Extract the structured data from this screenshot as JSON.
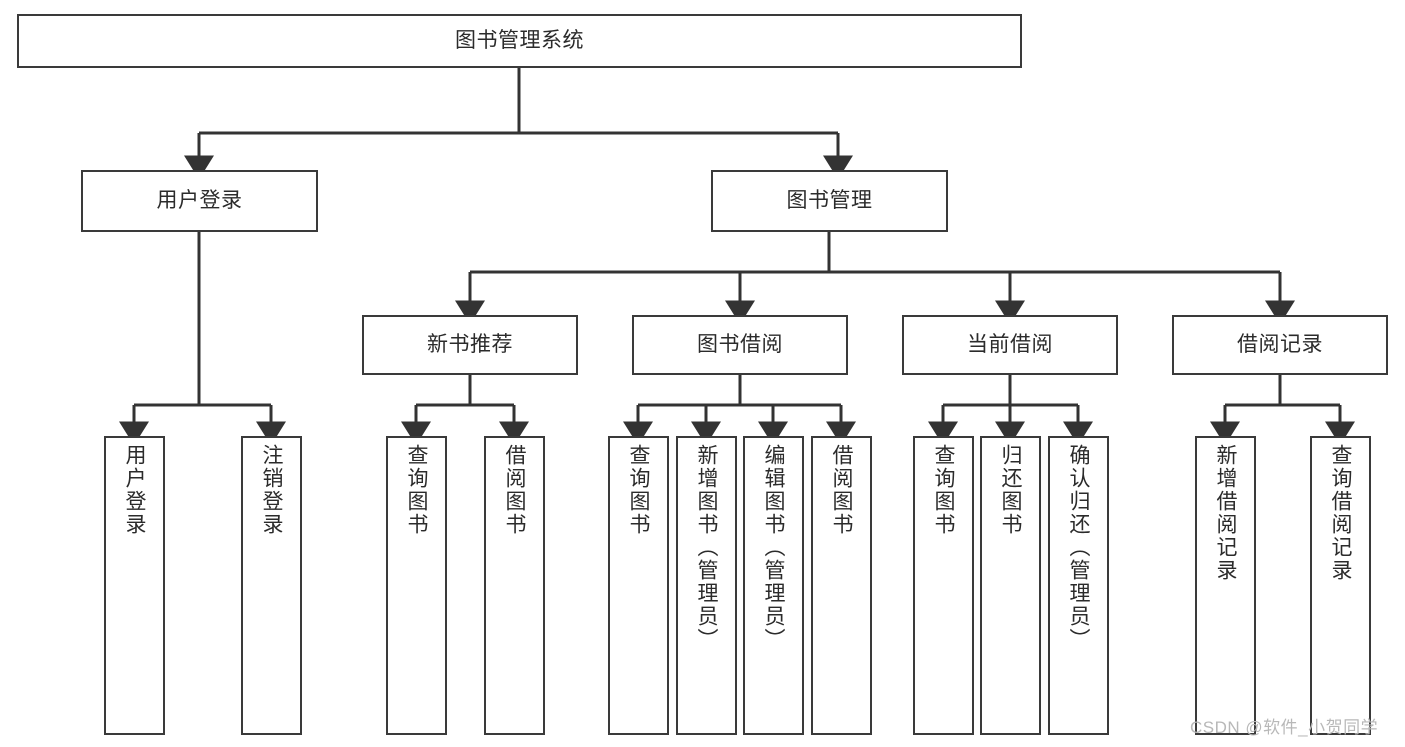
{
  "diagram": {
    "title": "图书管理系统",
    "watermark": "CSDN @软件_小贺同学",
    "colors": {
      "box_border": "#3a3a3a",
      "box_fill": "#ffffff",
      "connector": "#333333",
      "text": "#2b2b2b",
      "watermark": "#b8b8b8",
      "background": "#ffffff"
    },
    "root": {
      "label": "图书管理系统"
    },
    "level1": [
      {
        "label": "用户登录"
      },
      {
        "label": "图书管理"
      }
    ],
    "level2": [
      {
        "label": "新书推荐"
      },
      {
        "label": "图书借阅"
      },
      {
        "label": "当前借阅"
      },
      {
        "label": "借阅记录"
      }
    ],
    "leaves": {
      "user_login": [
        {
          "label": "用户登录"
        },
        {
          "label": "注销登录"
        }
      ],
      "new_book_recommend": [
        {
          "label": "查询图书"
        },
        {
          "label": "借阅图书"
        }
      ],
      "book_borrow": [
        {
          "label": "查询图书"
        },
        {
          "label": "新增图书（管理员）"
        },
        {
          "label": "编辑图书（管理员）"
        },
        {
          "label": "借阅图书"
        }
      ],
      "current_borrow": [
        {
          "label": "查询图书"
        },
        {
          "label": "归还图书"
        },
        {
          "label": "确认归还（管理员）"
        }
      ],
      "borrow_record": [
        {
          "label": "新增借阅记录"
        },
        {
          "label": "查询借阅记录"
        }
      ]
    }
  }
}
